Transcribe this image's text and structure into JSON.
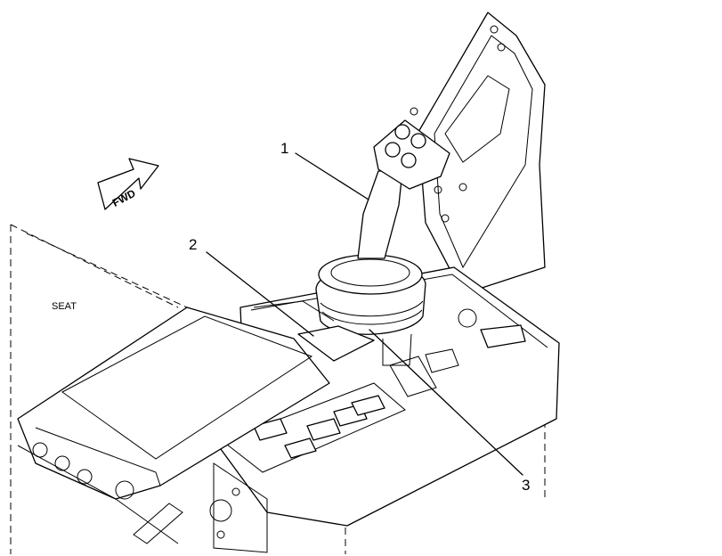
{
  "callouts": [
    {
      "id": "1",
      "label": "1"
    },
    {
      "id": "2",
      "label": "2"
    },
    {
      "id": "3",
      "label": "3"
    }
  ],
  "labels": {
    "seat": "SEAT",
    "fwd": "FWD"
  },
  "colors": {
    "line": "#000000",
    "background": "#ffffff"
  }
}
